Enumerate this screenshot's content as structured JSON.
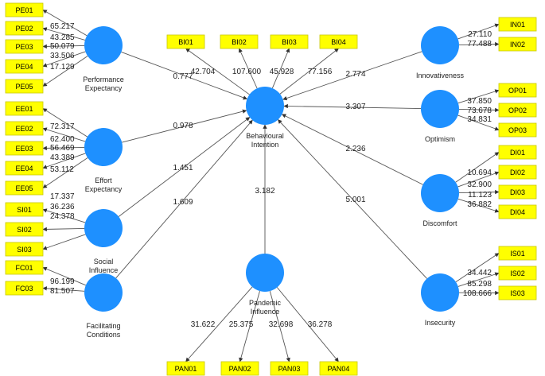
{
  "colors": {
    "indicator_fill": "#ffff00",
    "latent_fill": "#1e90ff",
    "edge": "#555555"
  },
  "latents": {
    "pe": {
      "label_lines": [
        "Performance",
        "Expectancy"
      ]
    },
    "ee": {
      "label_lines": [
        "Effort",
        "Expectancy"
      ]
    },
    "si": {
      "label_lines": [
        "Social",
        "Influence"
      ]
    },
    "fc": {
      "label_lines": [
        "Facilitating",
        "Conditions"
      ]
    },
    "bi": {
      "label_lines": [
        "Behavioural",
        "Intention"
      ]
    },
    "pan": {
      "label_lines": [
        "Pandemic",
        "Influence"
      ]
    },
    "inn": {
      "label_lines": [
        "Innovativeness"
      ]
    },
    "opt": {
      "label_lines": [
        "Optimism"
      ]
    },
    "dis": {
      "label_lines": [
        "Discomfort"
      ]
    },
    "ins": {
      "label_lines": [
        "Insecurity"
      ]
    }
  },
  "indicators": [
    {
      "group": "pe",
      "items": [
        {
          "label": "PE01",
          "weight": "65.217"
        },
        {
          "label": "PE02",
          "weight": "43.285"
        },
        {
          "label": "PE03",
          "weight": "50.079"
        },
        {
          "label": "PE04",
          "weight": "33.506"
        },
        {
          "label": "PE05",
          "weight": "17.129"
        }
      ]
    },
    {
      "group": "ee",
      "items": [
        {
          "label": "EE01",
          "weight": "72.317"
        },
        {
          "label": "EE02",
          "weight": "62.400"
        },
        {
          "label": "EE03",
          "weight": "56.469"
        },
        {
          "label": "EE04",
          "weight": "43.389"
        },
        {
          "label": "EE05",
          "weight": "53.112"
        }
      ]
    },
    {
      "group": "si",
      "items": [
        {
          "label": "SI01",
          "weight": "17.337"
        },
        {
          "label": "SI02",
          "weight": "36.236"
        },
        {
          "label": "SI03",
          "weight": "24.378"
        }
      ]
    },
    {
      "group": "fc",
      "items": [
        {
          "label": "FC01",
          "weight": "96.199"
        },
        {
          "label": "FC03",
          "weight": "81.507"
        }
      ]
    },
    {
      "group": "bi",
      "items": [
        {
          "label": "BI01",
          "weight": "42.704"
        },
        {
          "label": "BI02",
          "weight": "107.600"
        },
        {
          "label": "BI03",
          "weight": "45.928"
        },
        {
          "label": "BI04",
          "weight": "77.156"
        }
      ]
    },
    {
      "group": "pan",
      "items": [
        {
          "label": "PAN01",
          "weight": "31.622"
        },
        {
          "label": "PAN02",
          "weight": "25.375"
        },
        {
          "label": "PAN03",
          "weight": "32.698"
        },
        {
          "label": "PAN04",
          "weight": "36.278"
        }
      ]
    },
    {
      "group": "inn",
      "items": [
        {
          "label": "IN01",
          "weight": "27.110"
        },
        {
          "label": "IN02",
          "weight": "77.488"
        }
      ]
    },
    {
      "group": "opt",
      "items": [
        {
          "label": "OP01",
          "weight": "37.850"
        },
        {
          "label": "OP02",
          "weight": "73.678"
        },
        {
          "label": "OP03",
          "weight": "34.831"
        }
      ]
    },
    {
      "group": "dis",
      "items": [
        {
          "label": "DI01",
          "weight": "10.694"
        },
        {
          "label": "DI02",
          "weight": "32.900"
        },
        {
          "label": "DI03",
          "weight": "11.123"
        },
        {
          "label": "DI04",
          "weight": "36.882"
        }
      ]
    },
    {
      "group": "ins",
      "items": [
        {
          "label": "IS01",
          "weight": "34.442"
        },
        {
          "label": "IS02",
          "weight": "85.298"
        },
        {
          "label": "IS03",
          "weight": "108.666"
        }
      ]
    }
  ],
  "paths": [
    {
      "from": "pe",
      "to": "bi",
      "value": "0.777"
    },
    {
      "from": "ee",
      "to": "bi",
      "value": "0.978"
    },
    {
      "from": "si",
      "to": "bi",
      "value": "1.451"
    },
    {
      "from": "fc",
      "to": "bi",
      "value": "1.609"
    },
    {
      "from": "pan",
      "to": "bi",
      "value": "3.182"
    },
    {
      "from": "inn",
      "to": "bi",
      "value": "2.774"
    },
    {
      "from": "opt",
      "to": "bi",
      "value": "3.307"
    },
    {
      "from": "dis",
      "to": "bi",
      "value": "2.236"
    },
    {
      "from": "ins",
      "to": "bi",
      "value": "5.001"
    }
  ]
}
